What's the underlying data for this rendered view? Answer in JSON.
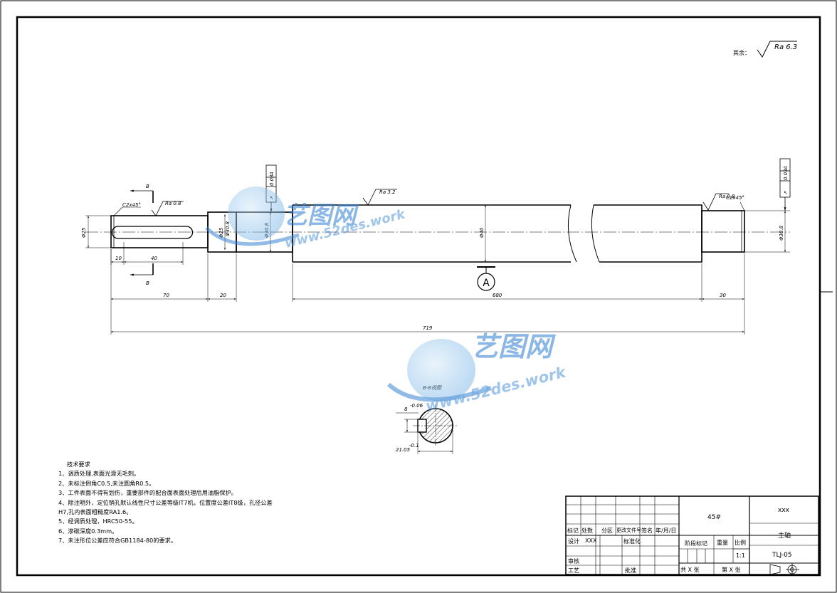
{
  "roughness_note": {
    "prefix": "其余：",
    "value": "Ra 6.3"
  },
  "roughness_marks": [
    "Ra 0.8",
    "Ra 3.2",
    "Ra 0.8"
  ],
  "chamfers": [
    "C2x45°",
    "C2x45°"
  ],
  "gdt_frames": [
    {
      "symbol": "↗",
      "tolerance": "0.03",
      "datum": "A"
    },
    {
      "symbol": "↗",
      "tolerance": "0.03",
      "datum": "A"
    }
  ],
  "diameters": [
    "Φ25",
    "Φ25",
    "Φ30.8",
    "Φ30.8",
    "Φ40",
    "Φ30.8"
  ],
  "section_marks": [
    "B",
    "B"
  ],
  "datum_label": "A",
  "dimensions": {
    "key_offset": "10",
    "key_length": "40",
    "len_a": "70",
    "len_b": "20",
    "len_c": "680",
    "len_d": "30",
    "total": "719"
  },
  "section_view": {
    "title": "B-B视图",
    "dim_top": "8",
    "dim_bottom": "21.05",
    "tol_top": "-0.06",
    "tol_bottom": "-0.1"
  },
  "tech_req": {
    "title": "技术要求",
    "items": [
      "1、调质处理,表面光滑无毛刺。",
      "2、未标注倒角C0.5,未注圆角R0.5。",
      "3、工件表面不得有划伤，重要部件的配合面表面处理后用油脂保护。",
      "4、除注明外，定位销孔默认线性尺寸公差等级IT7机，位置度公差IT8级，孔径公差",
      "H7,孔内表面粗糙度RA1.6。",
      "5、经调质处理，HRC50-55。",
      "6、渗碳深度0.3mm。",
      "7、未注形位公差应符合GB1184-80的要求。"
    ]
  },
  "title_block": {
    "header": [
      "标记",
      "处数",
      "分区",
      "更改文件号",
      "签名",
      "年/月/日"
    ],
    "design_label": "设计",
    "designer": "XXX",
    "standardize_label": "标准化",
    "review_label": "审核",
    "process_label": "工艺",
    "approve_label": "批准",
    "material": "45#",
    "stage_label": "阶段标记",
    "weight_label": "重量",
    "scale_label": "比例",
    "scale_value": "1:1",
    "sheets_total": "共 X 张",
    "sheet_no": "第 X 张",
    "company": "xxx",
    "part_name": "主轴",
    "drawing_no": "TLJ-05"
  },
  "watermark": {
    "name": "艺图网",
    "url": "www.52des.work"
  }
}
